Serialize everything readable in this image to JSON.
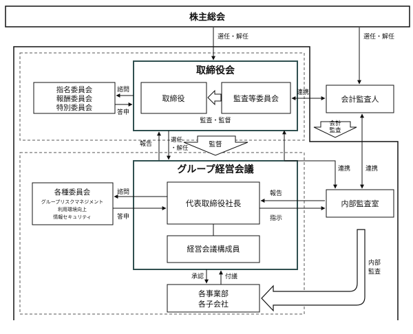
{
  "shareholders": "株主総会",
  "board": {
    "title": "取締役会",
    "directors": "取締役",
    "audit_committee": "監査等委員会",
    "supervision": "監査・監督"
  },
  "nomination": [
    "指名委員会",
    "報酬委員会",
    "特別委員会"
  ],
  "group_meeting": {
    "title": "グループ経営会議",
    "president": "代表取締役社長",
    "members": "経営会議構成員"
  },
  "committees": {
    "title": "各種委員会",
    "items": [
      "グループリスクマネジメント",
      "利用環境向上",
      "情報セキュリティ"
    ]
  },
  "auditor": "会計監査人",
  "internal_audit": "内部監査室",
  "divisions": [
    "各事業部",
    "各子会社"
  ],
  "labels": {
    "elect_dismiss": "選任・解任",
    "elect": "選任",
    "dismiss": "・解任",
    "consult": "諮問",
    "report": "答申",
    "report_up": "報告",
    "cooperation": "連携",
    "audit": "監督",
    "accounting_audit": [
      "会計",
      "監査"
    ],
    "instruction": "指示",
    "approval": "承認",
    "referral": "付議",
    "internal_audit_arrow": [
      "内部",
      "監査"
    ]
  }
}
